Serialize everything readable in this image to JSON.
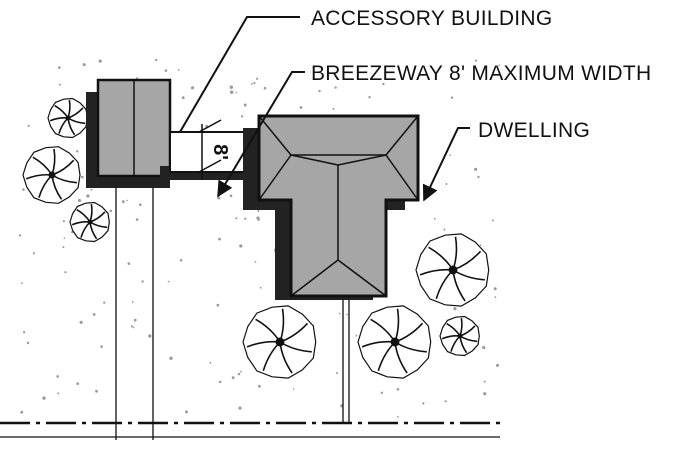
{
  "labels": {
    "accessory": "ACCESSORY  BUILDING",
    "breezeway": "BREEZEWAY 8' MAXIMUM WIDTH",
    "dwelling": "DWELLING"
  },
  "dimension": "8'",
  "colors": {
    "roof_fill": "#a6a6a6",
    "shadow": "#222222",
    "line": "#111111",
    "speckle": "#9a9a9a",
    "background": "#ffffff"
  },
  "icons": [
    "tree-symbol",
    "leader-arrow",
    "dimension-arrow"
  ]
}
